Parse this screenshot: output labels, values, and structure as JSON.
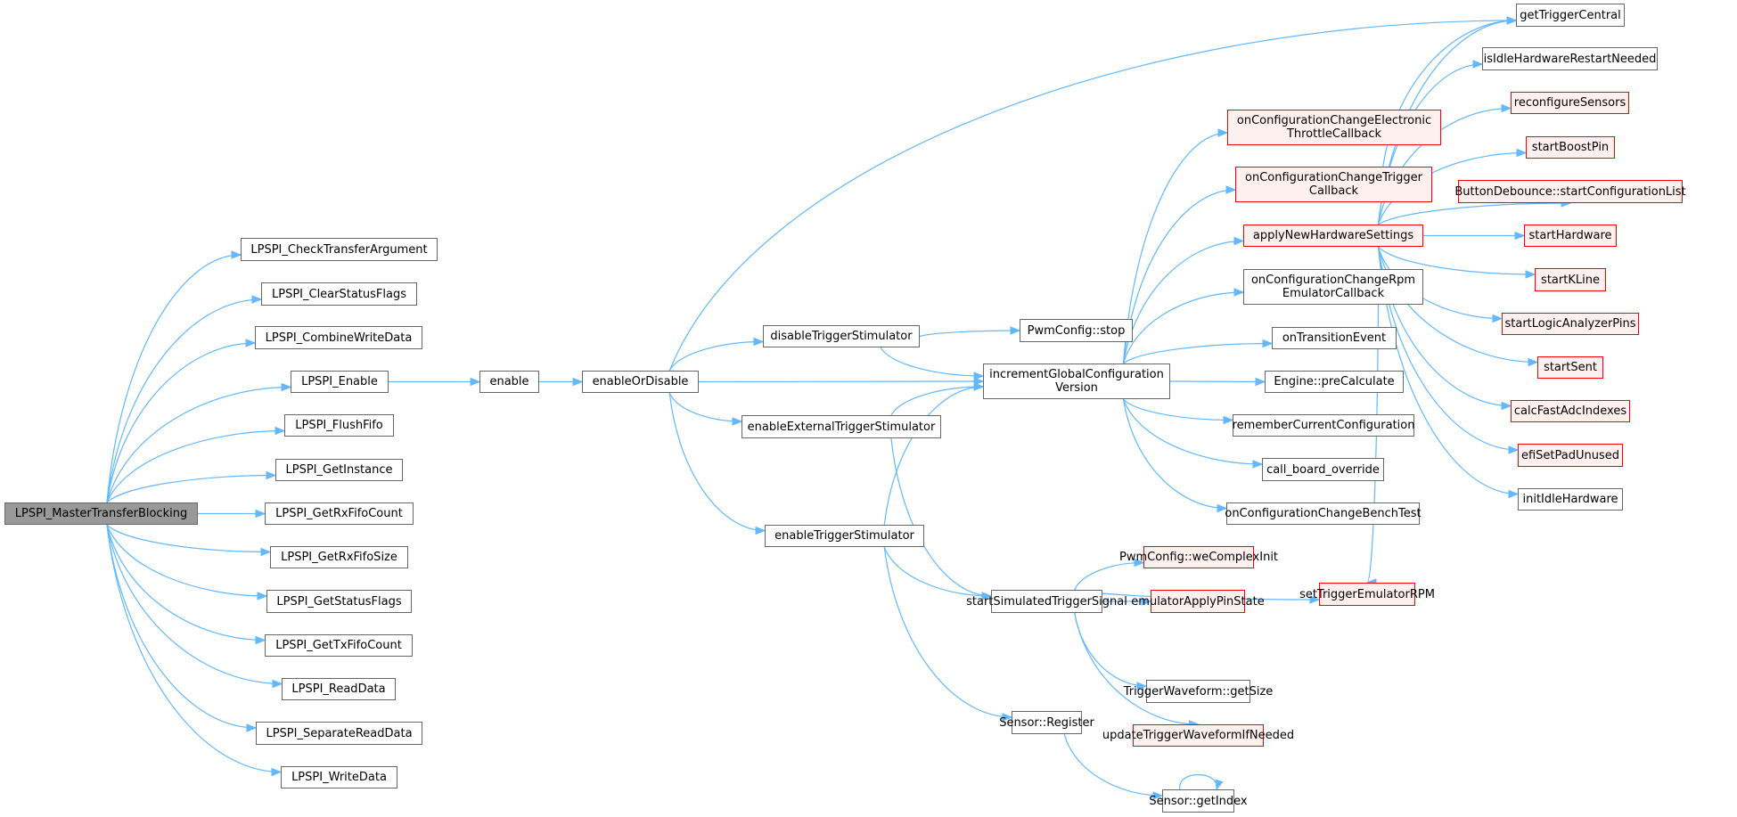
{
  "diagram": {
    "type": "call-graph",
    "colors": {
      "edge": "#63b8ff",
      "node_border": "#666666",
      "root_fill": "#999999",
      "truncated_border": "#ff0000",
      "truncated_fill": "#fff0f0"
    },
    "nodes": [
      {
        "id": "root",
        "label": "LPSPI_MasterTransferBlocking",
        "style": "root"
      },
      {
        "id": "checkTransferArgument",
        "label": "LPSPI_CheckTransferArgument",
        "style": "normal"
      },
      {
        "id": "clearStatusFlags",
        "label": "LPSPI_ClearStatusFlags",
        "style": "normal"
      },
      {
        "id": "combineWriteData",
        "label": "LPSPI_CombineWriteData",
        "style": "normal"
      },
      {
        "id": "lpspiEnable",
        "label": "LPSPI_Enable",
        "style": "normal"
      },
      {
        "id": "flushFifo",
        "label": "LPSPI_FlushFifo",
        "style": "normal"
      },
      {
        "id": "getInstance",
        "label": "LPSPI_GetInstance",
        "style": "normal"
      },
      {
        "id": "getRxFifoCount",
        "label": "LPSPI_GetRxFifoCount",
        "style": "normal"
      },
      {
        "id": "getRxFifoSize",
        "label": "LPSPI_GetRxFifoSize",
        "style": "normal"
      },
      {
        "id": "getStatusFlags",
        "label": "LPSPI_GetStatusFlags",
        "style": "normal"
      },
      {
        "id": "getTxFifoCount",
        "label": "LPSPI_GetTxFifoCount",
        "style": "normal"
      },
      {
        "id": "readData",
        "label": "LPSPI_ReadData",
        "style": "normal"
      },
      {
        "id": "separateReadData",
        "label": "LPSPI_SeparateReadData",
        "style": "normal"
      },
      {
        "id": "writeData",
        "label": "LPSPI_WriteData",
        "style": "normal"
      },
      {
        "id": "enable",
        "label": "enable",
        "style": "normal"
      },
      {
        "id": "enableOrDisable",
        "label": "enableOrDisable",
        "style": "normal"
      },
      {
        "id": "disableTriggerStimulator",
        "label": "disableTriggerStimulator",
        "style": "normal"
      },
      {
        "id": "enableExternalTriggerStimulator",
        "label": "enableExternalTriggerStimulator",
        "style": "normal"
      },
      {
        "id": "enableTriggerStimulator",
        "label": "enableTriggerStimulator",
        "style": "normal"
      },
      {
        "id": "pwmStop",
        "label": "PwmConfig::stop",
        "style": "normal"
      },
      {
        "id": "incrementGlobalConfigurationVersion",
        "label": "incrementGlobalConfiguration\nVersion",
        "style": "normal"
      },
      {
        "id": "startSimulatedTriggerSignal",
        "label": "startSimulatedTriggerSignal",
        "style": "normal"
      },
      {
        "id": "sensorRegister",
        "label": "Sensor::Register",
        "style": "normal"
      },
      {
        "id": "sensorGetIndex",
        "label": "Sensor::getIndex",
        "style": "normal"
      },
      {
        "id": "onCfgEtb",
        "label": "onConfigurationChangeElectronic\nThrottleCallback",
        "style": "red"
      },
      {
        "id": "onCfgTrigger",
        "label": "onConfigurationChangeTrigger\nCallback",
        "style": "red"
      },
      {
        "id": "applyNewHardwareSettings",
        "label": "applyNewHardwareSettings",
        "style": "red"
      },
      {
        "id": "onCfgRpmEmu",
        "label": "onConfigurationChangeRpm\nEmulatorCallback",
        "style": "normal"
      },
      {
        "id": "onTransitionEvent",
        "label": "onTransitionEvent",
        "style": "normal"
      },
      {
        "id": "enginePreCalculate",
        "label": "Engine::preCalculate",
        "style": "normal"
      },
      {
        "id": "rememberCurrentConfiguration",
        "label": "rememberCurrentConfiguration",
        "style": "normal"
      },
      {
        "id": "callBoardOverride",
        "label": "call_board_override",
        "style": "normal"
      },
      {
        "id": "onCfgBenchTest",
        "label": "onConfigurationChangeBenchTest",
        "style": "normal"
      },
      {
        "id": "pwmWeComplexInit",
        "label": "PwmConfig::weComplexInit",
        "style": "red"
      },
      {
        "id": "emulatorApplyPinState",
        "label": "emulatorApplyPinState",
        "style": "red"
      },
      {
        "id": "triggerWaveformGetSize",
        "label": "TriggerWaveform::getSize",
        "style": "normal"
      },
      {
        "id": "updateTriggerWaveformIfNeeded",
        "label": "updateTriggerWaveformIfNeeded",
        "style": "red"
      },
      {
        "id": "getTriggerCentral",
        "label": "getTriggerCentral",
        "style": "normal"
      },
      {
        "id": "isIdleHardwareRestartNeeded",
        "label": "isIdleHardwareRestartNeeded",
        "style": "normal"
      },
      {
        "id": "reconfigureSensors",
        "label": "reconfigureSensors",
        "style": "red"
      },
      {
        "id": "startBoostPin",
        "label": "startBoostPin",
        "style": "red"
      },
      {
        "id": "buttonDebounce",
        "label": "ButtonDebounce::startConfigurationList",
        "style": "red"
      },
      {
        "id": "startHardware",
        "label": "startHardware",
        "style": "red"
      },
      {
        "id": "startKLine",
        "label": "startKLine",
        "style": "red"
      },
      {
        "id": "startLogicAnalyzerPins",
        "label": "startLogicAnalyzerPins",
        "style": "red"
      },
      {
        "id": "startSent",
        "label": "startSent",
        "style": "red"
      },
      {
        "id": "calcFastAdcIndexes",
        "label": "calcFastAdcIndexes",
        "style": "red"
      },
      {
        "id": "efiSetPadUnused",
        "label": "efiSetPadUnused",
        "style": "red"
      },
      {
        "id": "initIdleHardware",
        "label": "initIdleHardware",
        "style": "normal"
      },
      {
        "id": "setTriggerEmulatorRPM",
        "label": "setTriggerEmulatorRPM",
        "style": "red"
      }
    ],
    "edges": [
      [
        "root",
        "checkTransferArgument"
      ],
      [
        "root",
        "clearStatusFlags"
      ],
      [
        "root",
        "combineWriteData"
      ],
      [
        "root",
        "lpspiEnable"
      ],
      [
        "root",
        "flushFifo"
      ],
      [
        "root",
        "getInstance"
      ],
      [
        "root",
        "getRxFifoCount"
      ],
      [
        "root",
        "getRxFifoSize"
      ],
      [
        "root",
        "getStatusFlags"
      ],
      [
        "root",
        "getTxFifoCount"
      ],
      [
        "root",
        "readData"
      ],
      [
        "root",
        "separateReadData"
      ],
      [
        "root",
        "writeData"
      ],
      [
        "lpspiEnable",
        "enable"
      ],
      [
        "enable",
        "enableOrDisable"
      ],
      [
        "enableOrDisable",
        "getTriggerCentral"
      ],
      [
        "enableOrDisable",
        "disableTriggerStimulator"
      ],
      [
        "enableOrDisable",
        "incrementGlobalConfigurationVersion"
      ],
      [
        "enableOrDisable",
        "enableExternalTriggerStimulator"
      ],
      [
        "enableOrDisable",
        "enableTriggerStimulator"
      ],
      [
        "disableTriggerStimulator",
        "pwmStop"
      ],
      [
        "disableTriggerStimulator",
        "incrementGlobalConfigurationVersion"
      ],
      [
        "enableExternalTriggerStimulator",
        "incrementGlobalConfigurationVersion"
      ],
      [
        "enableExternalTriggerStimulator",
        "startSimulatedTriggerSignal"
      ],
      [
        "enableTriggerStimulator",
        "incrementGlobalConfigurationVersion"
      ],
      [
        "enableTriggerStimulator",
        "startSimulatedTriggerSignal"
      ],
      [
        "enableTriggerStimulator",
        "sensorRegister"
      ],
      [
        "incrementGlobalConfigurationVersion",
        "onCfgEtb"
      ],
      [
        "incrementGlobalConfigurationVersion",
        "onCfgTrigger"
      ],
      [
        "incrementGlobalConfigurationVersion",
        "applyNewHardwareSettings"
      ],
      [
        "incrementGlobalConfigurationVersion",
        "onCfgRpmEmu"
      ],
      [
        "incrementGlobalConfigurationVersion",
        "onTransitionEvent"
      ],
      [
        "incrementGlobalConfigurationVersion",
        "enginePreCalculate"
      ],
      [
        "incrementGlobalConfigurationVersion",
        "rememberCurrentConfiguration"
      ],
      [
        "incrementGlobalConfigurationVersion",
        "callBoardOverride"
      ],
      [
        "incrementGlobalConfigurationVersion",
        "onCfgBenchTest"
      ],
      [
        "onCfgTrigger",
        "getTriggerCentral"
      ],
      [
        "applyNewHardwareSettings",
        "getTriggerCentral"
      ],
      [
        "applyNewHardwareSettings",
        "isIdleHardwareRestartNeeded"
      ],
      [
        "applyNewHardwareSettings",
        "reconfigureSensors"
      ],
      [
        "applyNewHardwareSettings",
        "startBoostPin"
      ],
      [
        "applyNewHardwareSettings",
        "buttonDebounce"
      ],
      [
        "applyNewHardwareSettings",
        "startHardware"
      ],
      [
        "applyNewHardwareSettings",
        "startKLine"
      ],
      [
        "applyNewHardwareSettings",
        "startLogicAnalyzerPins"
      ],
      [
        "applyNewHardwareSettings",
        "startSent"
      ],
      [
        "applyNewHardwareSettings",
        "calcFastAdcIndexes"
      ],
      [
        "applyNewHardwareSettings",
        "efiSetPadUnused"
      ],
      [
        "applyNewHardwareSettings",
        "initIdleHardware"
      ],
      [
        "onCfgRpmEmu",
        "setTriggerEmulatorRPM"
      ],
      [
        "startSimulatedTriggerSignal",
        "pwmWeComplexInit"
      ],
      [
        "startSimulatedTriggerSignal",
        "emulatorApplyPinState"
      ],
      [
        "startSimulatedTriggerSignal",
        "setTriggerEmulatorRPM"
      ],
      [
        "startSimulatedTriggerSignal",
        "triggerWaveformGetSize"
      ],
      [
        "startSimulatedTriggerSignal",
        "updateTriggerWaveformIfNeeded"
      ],
      [
        "sensorRegister",
        "sensorGetIndex"
      ],
      [
        "sensorGetIndex",
        "sensorGetIndex"
      ]
    ]
  }
}
